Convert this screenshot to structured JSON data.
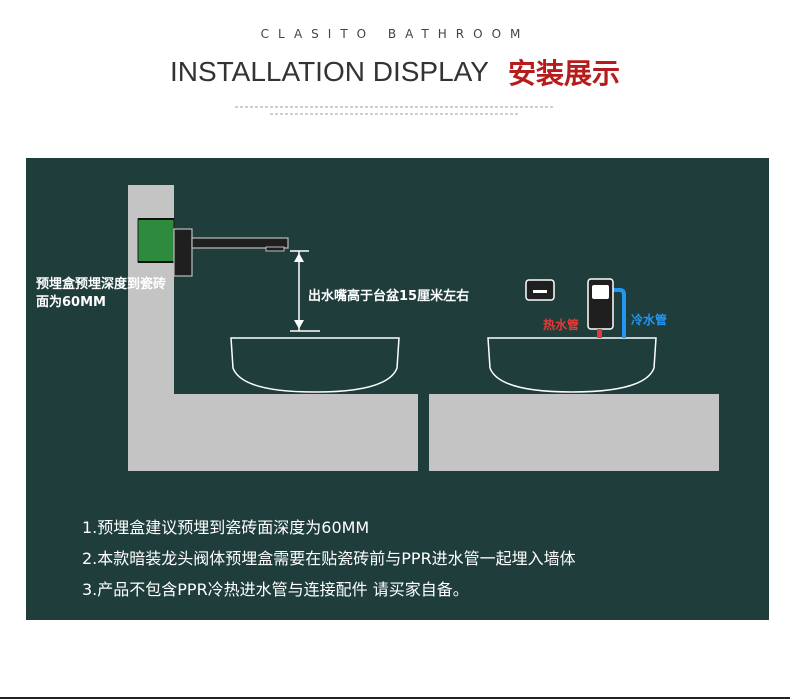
{
  "header": {
    "brand": "CLASITO BATHROOM",
    "title_en": "INSTALLATION DISPLAY",
    "title_cn": "安装展示"
  },
  "diagram": {
    "depth_label": "预埋盒预埋深度到瓷砖面为60MM",
    "height_label": "出水嘴高于台盆15厘米左右",
    "hot_label": "热水管",
    "cold_label": "冷水管",
    "colors": {
      "panel": "#1e3d3b",
      "wall": "#c4c4c4",
      "embed_box": "#2e8b3e",
      "hot_pipe": "#e53935",
      "cold_pipe": "#2196f3"
    }
  },
  "notes": [
    "1.预埋盒建议预埋到瓷砖面深度为60MM",
    "2.本款暗装龙头阀体预埋盒需要在贴瓷砖前与PPR进水管一起埋入墙体",
    "3.产品不包含PPR冷热进水管与连接配件 请买家自备。"
  ]
}
